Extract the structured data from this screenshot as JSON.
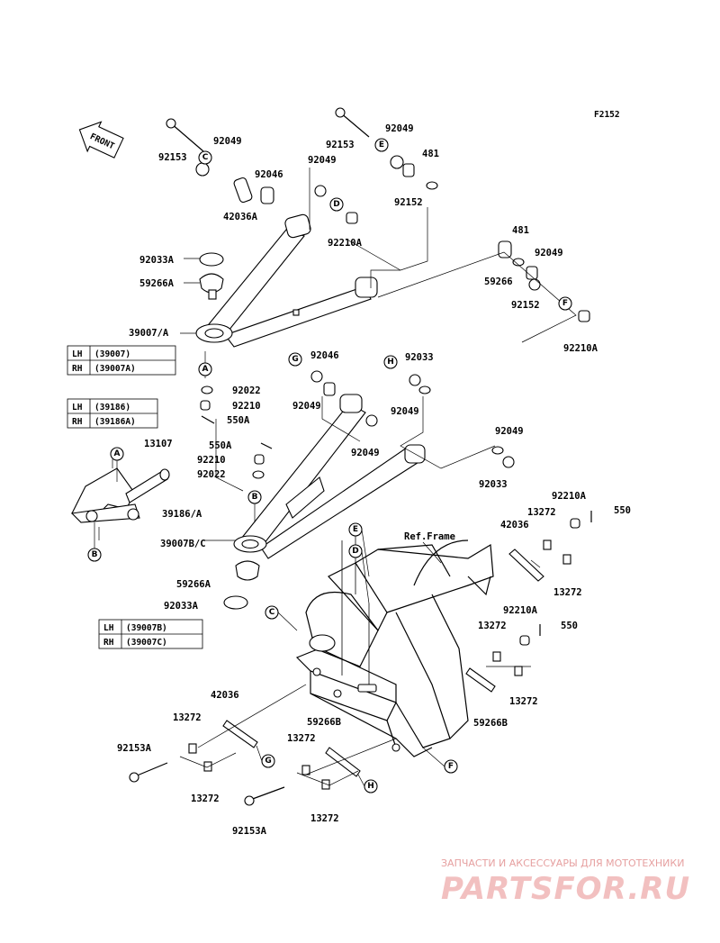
{
  "figure_code": "F2152",
  "front_label": "FRONT",
  "ref_frame": "Ref.Frame",
  "watermark": {
    "line1": "ЗАПЧАСТИ И АКСЕССУАРЫ ДЛЯ МОТОТЕХНИКИ",
    "line2": "PARTSFOR.RU"
  },
  "tables": [
    {
      "rows": [
        {
          "side": "LH",
          "part": "(39007)"
        },
        {
          "side": "RH",
          "part": "(39007A)"
        }
      ]
    },
    {
      "rows": [
        {
          "side": "LH",
          "part": "(39186)"
        },
        {
          "side": "RH",
          "part": "(39186A)"
        }
      ]
    },
    {
      "rows": [
        {
          "side": "LH",
          "part": "(39007B)"
        },
        {
          "side": "RH",
          "part": "(39007C)"
        }
      ]
    }
  ],
  "callouts": [
    "A",
    "B",
    "C",
    "D",
    "E",
    "F",
    "G",
    "H"
  ],
  "labels": {
    "l01": "92153",
    "l02": "92049",
    "l03": "92046",
    "l04": "42036A",
    "l05": "92153",
    "l06": "92049",
    "l07": "92049",
    "l08": "481",
    "l09": "92152",
    "l10": "92210A",
    "l11": "92033A",
    "l12": "59266A",
    "l13": "39007/A",
    "l14": "481",
    "l15": "92049",
    "l16": "59266",
    "l17": "92152",
    "l18": "92210A",
    "l19": "92022",
    "l20": "92210",
    "l21": "550A",
    "l22": "92046",
    "l23": "92033",
    "l24": "92049",
    "l25": "92049",
    "l26": "92049",
    "l27": "13107",
    "l28": "550A",
    "l29": "92210",
    "l30": "92022",
    "l31": "39186/A",
    "l32": "92049",
    "l33": "92033",
    "l34": "39007B/C",
    "l35": "59266A",
    "l36": "92033A",
    "l37": "92210A",
    "l38": "550",
    "l39": "13272",
    "l40": "42036",
    "l41": "13272",
    "l42": "92210A",
    "l43": "550",
    "l44": "13272",
    "l45": "13272",
    "l46": "59266B",
    "l47": "42036",
    "l48": "13272",
    "l49": "92153A",
    "l50": "13272",
    "l51": "59266B",
    "l52": "13272",
    "l53": "13272",
    "l54": "92153A"
  }
}
